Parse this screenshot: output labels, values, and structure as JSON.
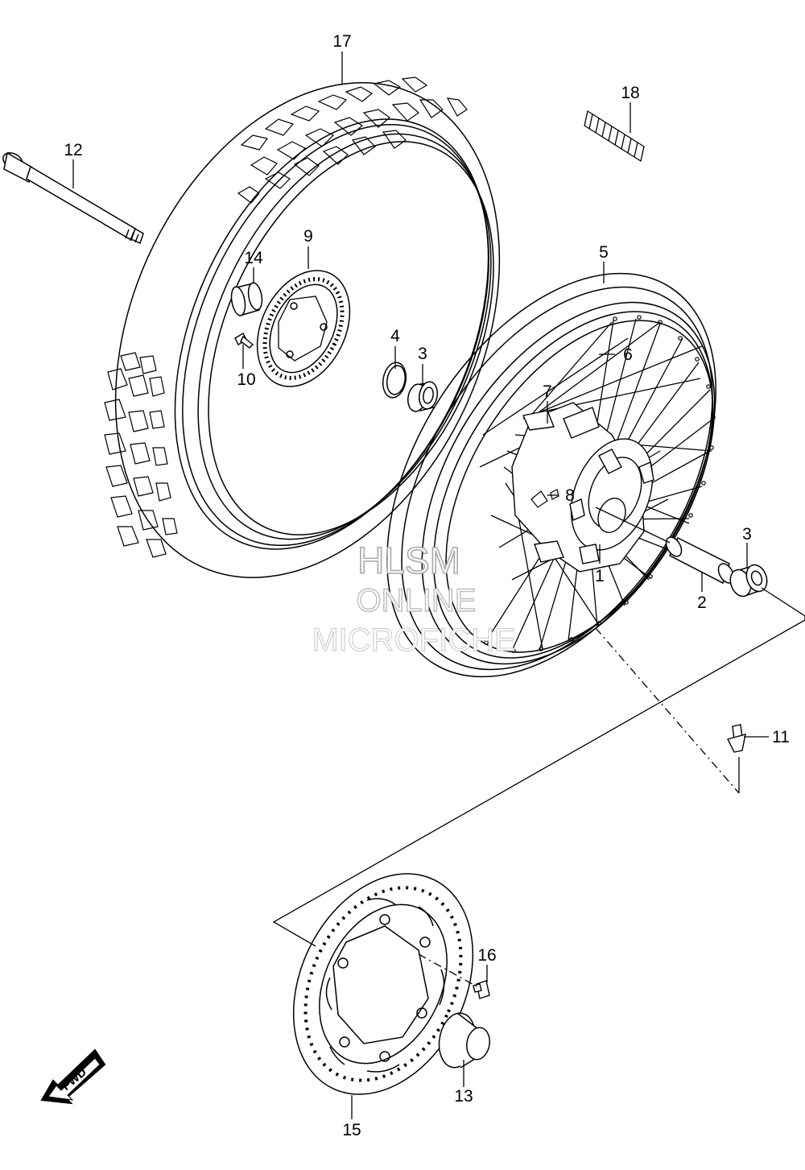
{
  "callouts": [
    {
      "id": "1",
      "label": "1"
    },
    {
      "id": "2",
      "label": "2"
    },
    {
      "id": "3a",
      "label": "3"
    },
    {
      "id": "3b",
      "label": "3"
    },
    {
      "id": "4",
      "label": "4"
    },
    {
      "id": "5",
      "label": "5"
    },
    {
      "id": "6",
      "label": "6"
    },
    {
      "id": "7",
      "label": "7"
    },
    {
      "id": "8",
      "label": "8"
    },
    {
      "id": "9",
      "label": "9"
    },
    {
      "id": "10",
      "label": "10"
    },
    {
      "id": "11",
      "label": "11"
    },
    {
      "id": "12",
      "label": "12"
    },
    {
      "id": "13",
      "label": "13"
    },
    {
      "id": "14",
      "label": "14"
    },
    {
      "id": "15",
      "label": "15"
    },
    {
      "id": "16",
      "label": "16"
    },
    {
      "id": "17",
      "label": "17"
    },
    {
      "id": "18",
      "label": "18"
    }
  ],
  "watermark": {
    "line1": "HLSM",
    "line2": "ONLINE",
    "line3": "MICROFICHE"
  },
  "direction_badge": {
    "text": "FWD"
  },
  "colors": {
    "line": "#000000",
    "background": "#ffffff",
    "watermark": "#a9a9a9"
  }
}
